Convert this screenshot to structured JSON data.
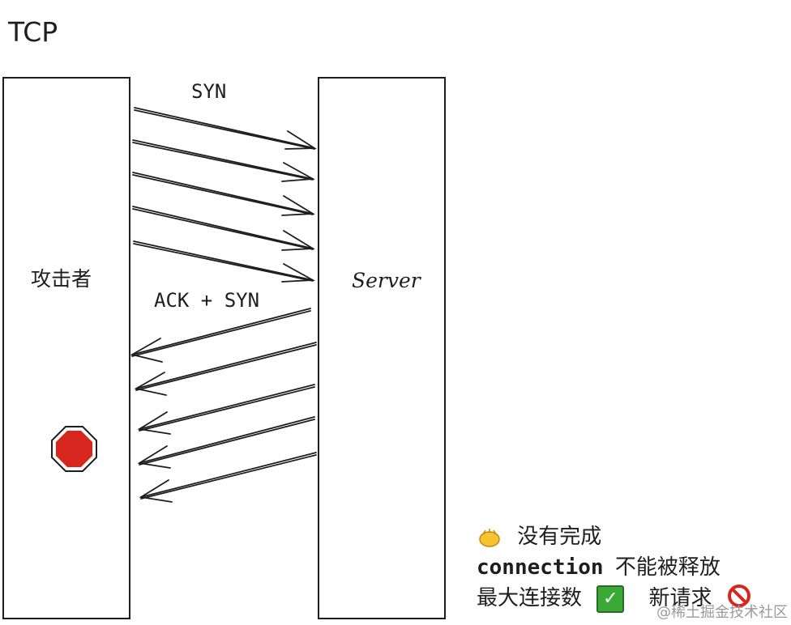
{
  "title": "TCP",
  "attacker_label": "攻击者",
  "server_label": "Server",
  "syn_label": "SYN",
  "ack_syn_label": "ACK + SYN",
  "legend": {
    "line1": "没有完成",
    "line2_code": "connection",
    "line2_text": "不能被释放",
    "line3_text": "最大连接数",
    "line3_tail": "新请求"
  },
  "watermark": "@稀土掘金技术社区",
  "icons": {
    "stop": "stop-sign-icon",
    "hands": "clapping-hands-icon",
    "check": "check-mark-icon",
    "prohibited": "prohibited-icon"
  },
  "colors": {
    "stop_red": "#d7261e",
    "check_green": "#3aa935",
    "prohibited_red": "#d7261e",
    "hands_yellow": "#f4c430"
  }
}
